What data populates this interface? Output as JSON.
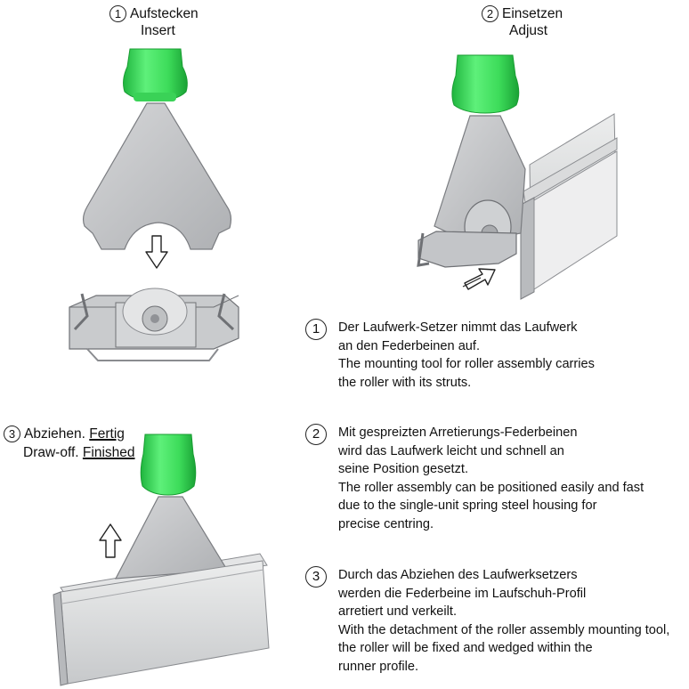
{
  "steps": [
    {
      "number": "1",
      "label_de": "Aufstecken",
      "label_en": "Insert"
    },
    {
      "number": "2",
      "label_de": "Einsetzen",
      "label_en": "Adjust"
    },
    {
      "number": "3",
      "label_de_prefix": "Abziehen.",
      "label_de_emph": "Fertig",
      "label_en_prefix": "Draw-off.",
      "label_en_emph": "Finished"
    }
  ],
  "descriptions": [
    {
      "number": "1",
      "lines": [
        "Der Laufwerk-Setzer nimmt das Laufwerk",
        "an den Federbeinen auf.",
        "The mounting tool for roller assembly carries",
        "the roller with its struts."
      ]
    },
    {
      "number": "2",
      "lines": [
        "Mit gespreizten Arretierungs-Federbeinen",
        "wird das Laufwerk leicht und schnell an",
        "seine Position gesetzt.",
        "The roller assembly can be positioned easily and fast",
        "due to the single-unit spring steel housing for",
        "precise centring."
      ]
    },
    {
      "number": "3",
      "lines": [
        "Durch das Abziehen des Laufwerksetzers",
        "werden die Federbeine im Laufschuh-Profil",
        "arretiert und verkeilt.",
        "With the detachment of the roller assembly mounting tool,",
        "the roller will be fixed and wedged within the",
        "runner profile."
      ]
    }
  ],
  "colors": {
    "handle_green": "#3ddc5a",
    "metal": "#c4c6c8",
    "outline": "#7a7c80"
  },
  "icons": [
    "arrow-down-icon",
    "arrow-diagonal-icon",
    "arrow-up-icon"
  ]
}
